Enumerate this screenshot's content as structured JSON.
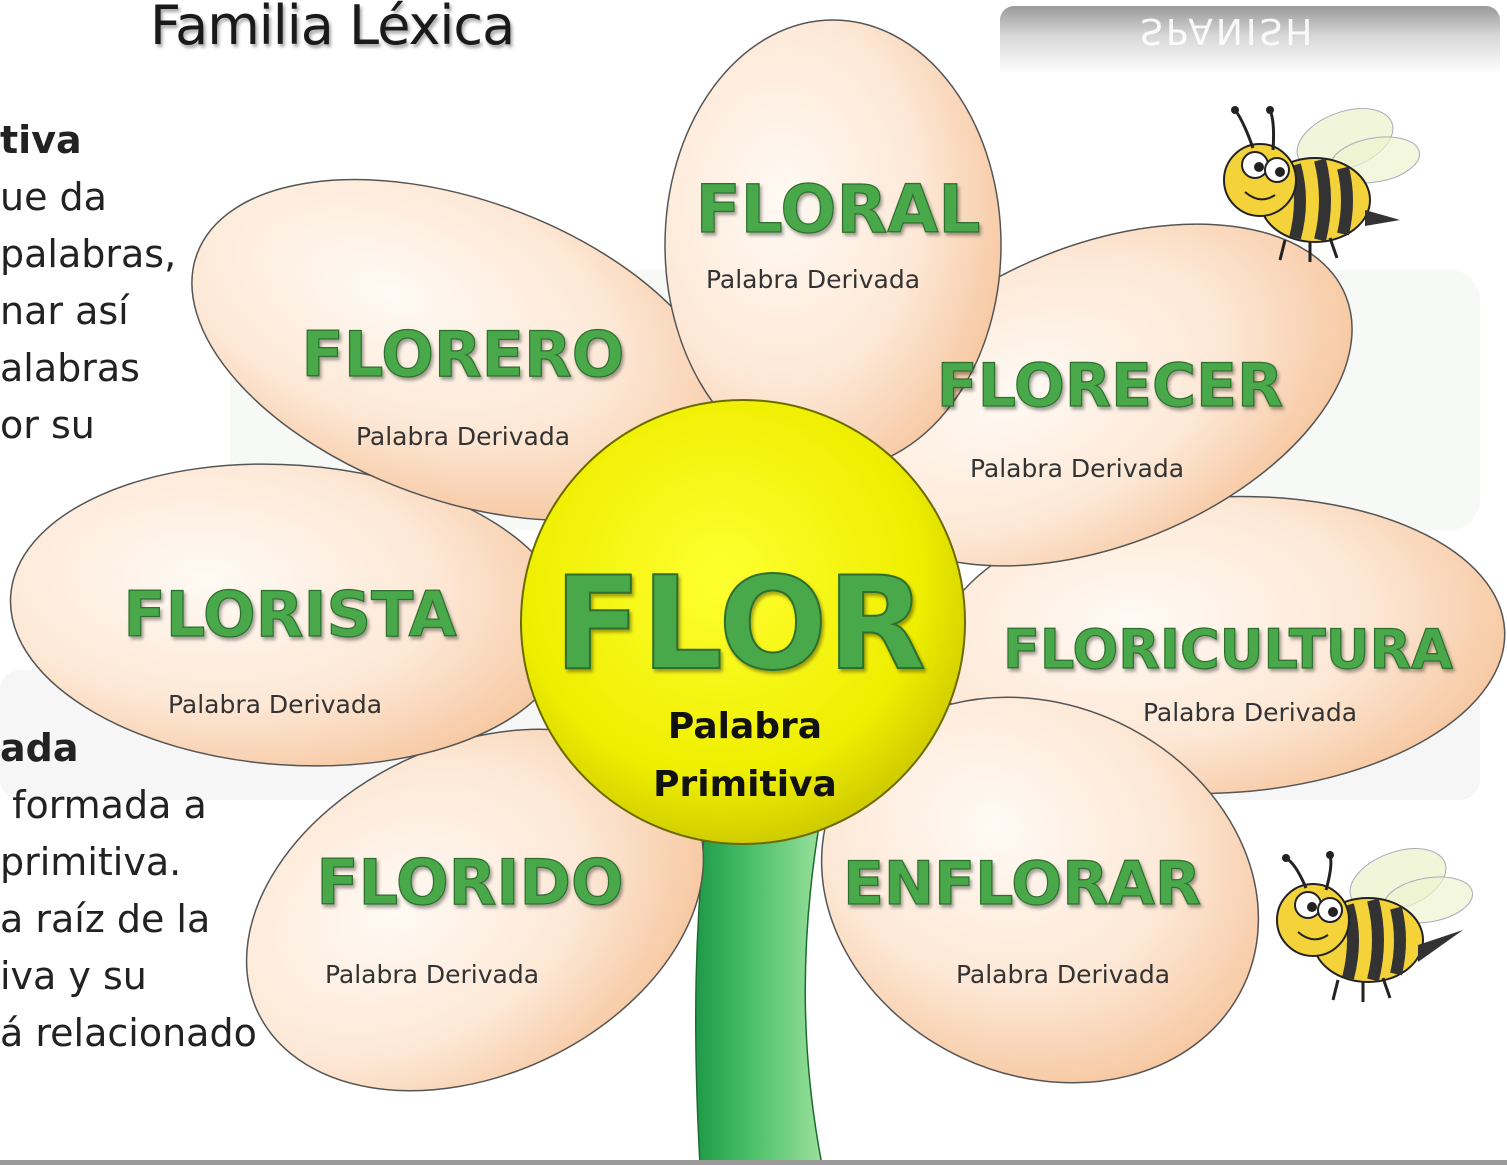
{
  "title": "Familia Léxica",
  "brand_watermark": "SPANISH",
  "side_text_top": {
    "heading": "tiva",
    "lines": [
      "ue da",
      "palabras,",
      "nar así",
      "alabras",
      "or su"
    ]
  },
  "side_text_bottom": {
    "heading": "ada",
    "lines": [
      " formada a",
      "primitiva.",
      "a raíz de la",
      "iva y su",
      "á relacionado"
    ]
  },
  "center": {
    "word": "FLOR",
    "label_line1": "Palabra",
    "label_line2": "Primitiva"
  },
  "petals": [
    {
      "id": "floral",
      "word": "FLORAL",
      "label": "Palabra Derivada"
    },
    {
      "id": "florero",
      "word": "FLORERO",
      "label": "Palabra Derivada"
    },
    {
      "id": "florecer",
      "word": "FLORECER",
      "label": "Palabra Derivada"
    },
    {
      "id": "florista",
      "word": "FLORISTA",
      "label": "Palabra Derivada"
    },
    {
      "id": "floricultura",
      "word": "FLORICULTURA",
      "label": "Palabra Derivada"
    },
    {
      "id": "florido",
      "word": "FLORIDO",
      "label": "Palabra Derivada"
    },
    {
      "id": "enflorar",
      "word": "ENFLORAR",
      "label": "Palabra Derivada"
    }
  ],
  "colors": {
    "word_green": "#4aa84a",
    "petal_light": "#fff6ee",
    "petal_dark": "#f7c9a2",
    "center_yellow": "#f2f200",
    "center_dark": "#c9c400",
    "stem_dark": "#2aa04a",
    "stem_light": "#8fd88f"
  }
}
